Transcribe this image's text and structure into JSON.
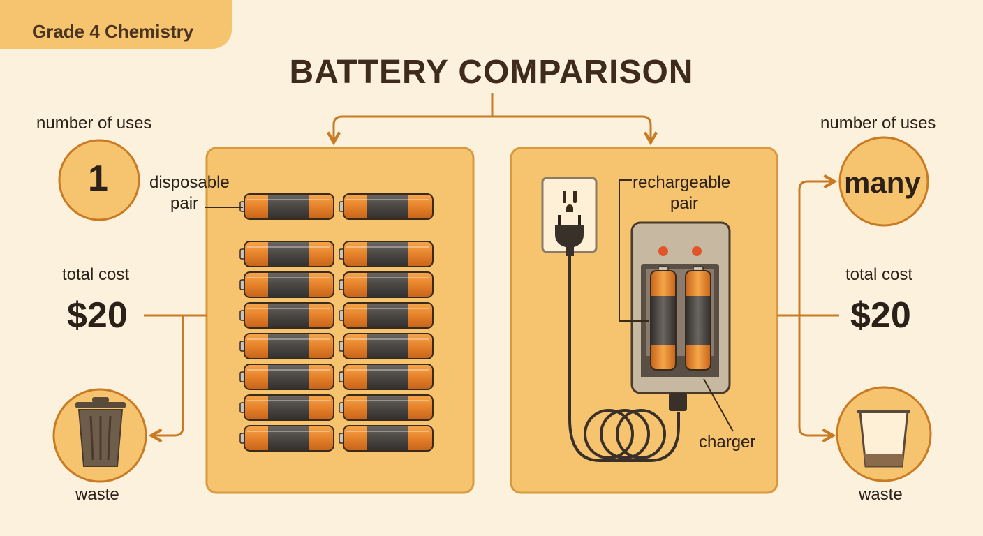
{
  "header": {
    "grade_label": "Grade 4 Chemistry"
  },
  "title": "BATTERY COMPARISON",
  "left": {
    "uses_label": "number of uses",
    "uses_value": "1",
    "pair_label_line1": "disposable",
    "pair_label_line2": "pair",
    "cost_label": "total cost",
    "cost_value": "$20",
    "waste_label": "waste",
    "battery_rows": 8,
    "battery_cols": 2
  },
  "right": {
    "uses_label": "number of uses",
    "uses_value": "many",
    "pair_label_line1": "rechargeable",
    "pair_label_line2": "pair",
    "charger_label": "charger",
    "cost_label": "total cost",
    "cost_value": "$20",
    "waste_label": "waste"
  },
  "colors": {
    "background": "#fbf1dc",
    "panel": "#f6c46f",
    "panel_border": "#d89a3c",
    "arrow": "#c97a23",
    "battery_orange": "#e8892a",
    "battery_dark": "#4a4744"
  }
}
